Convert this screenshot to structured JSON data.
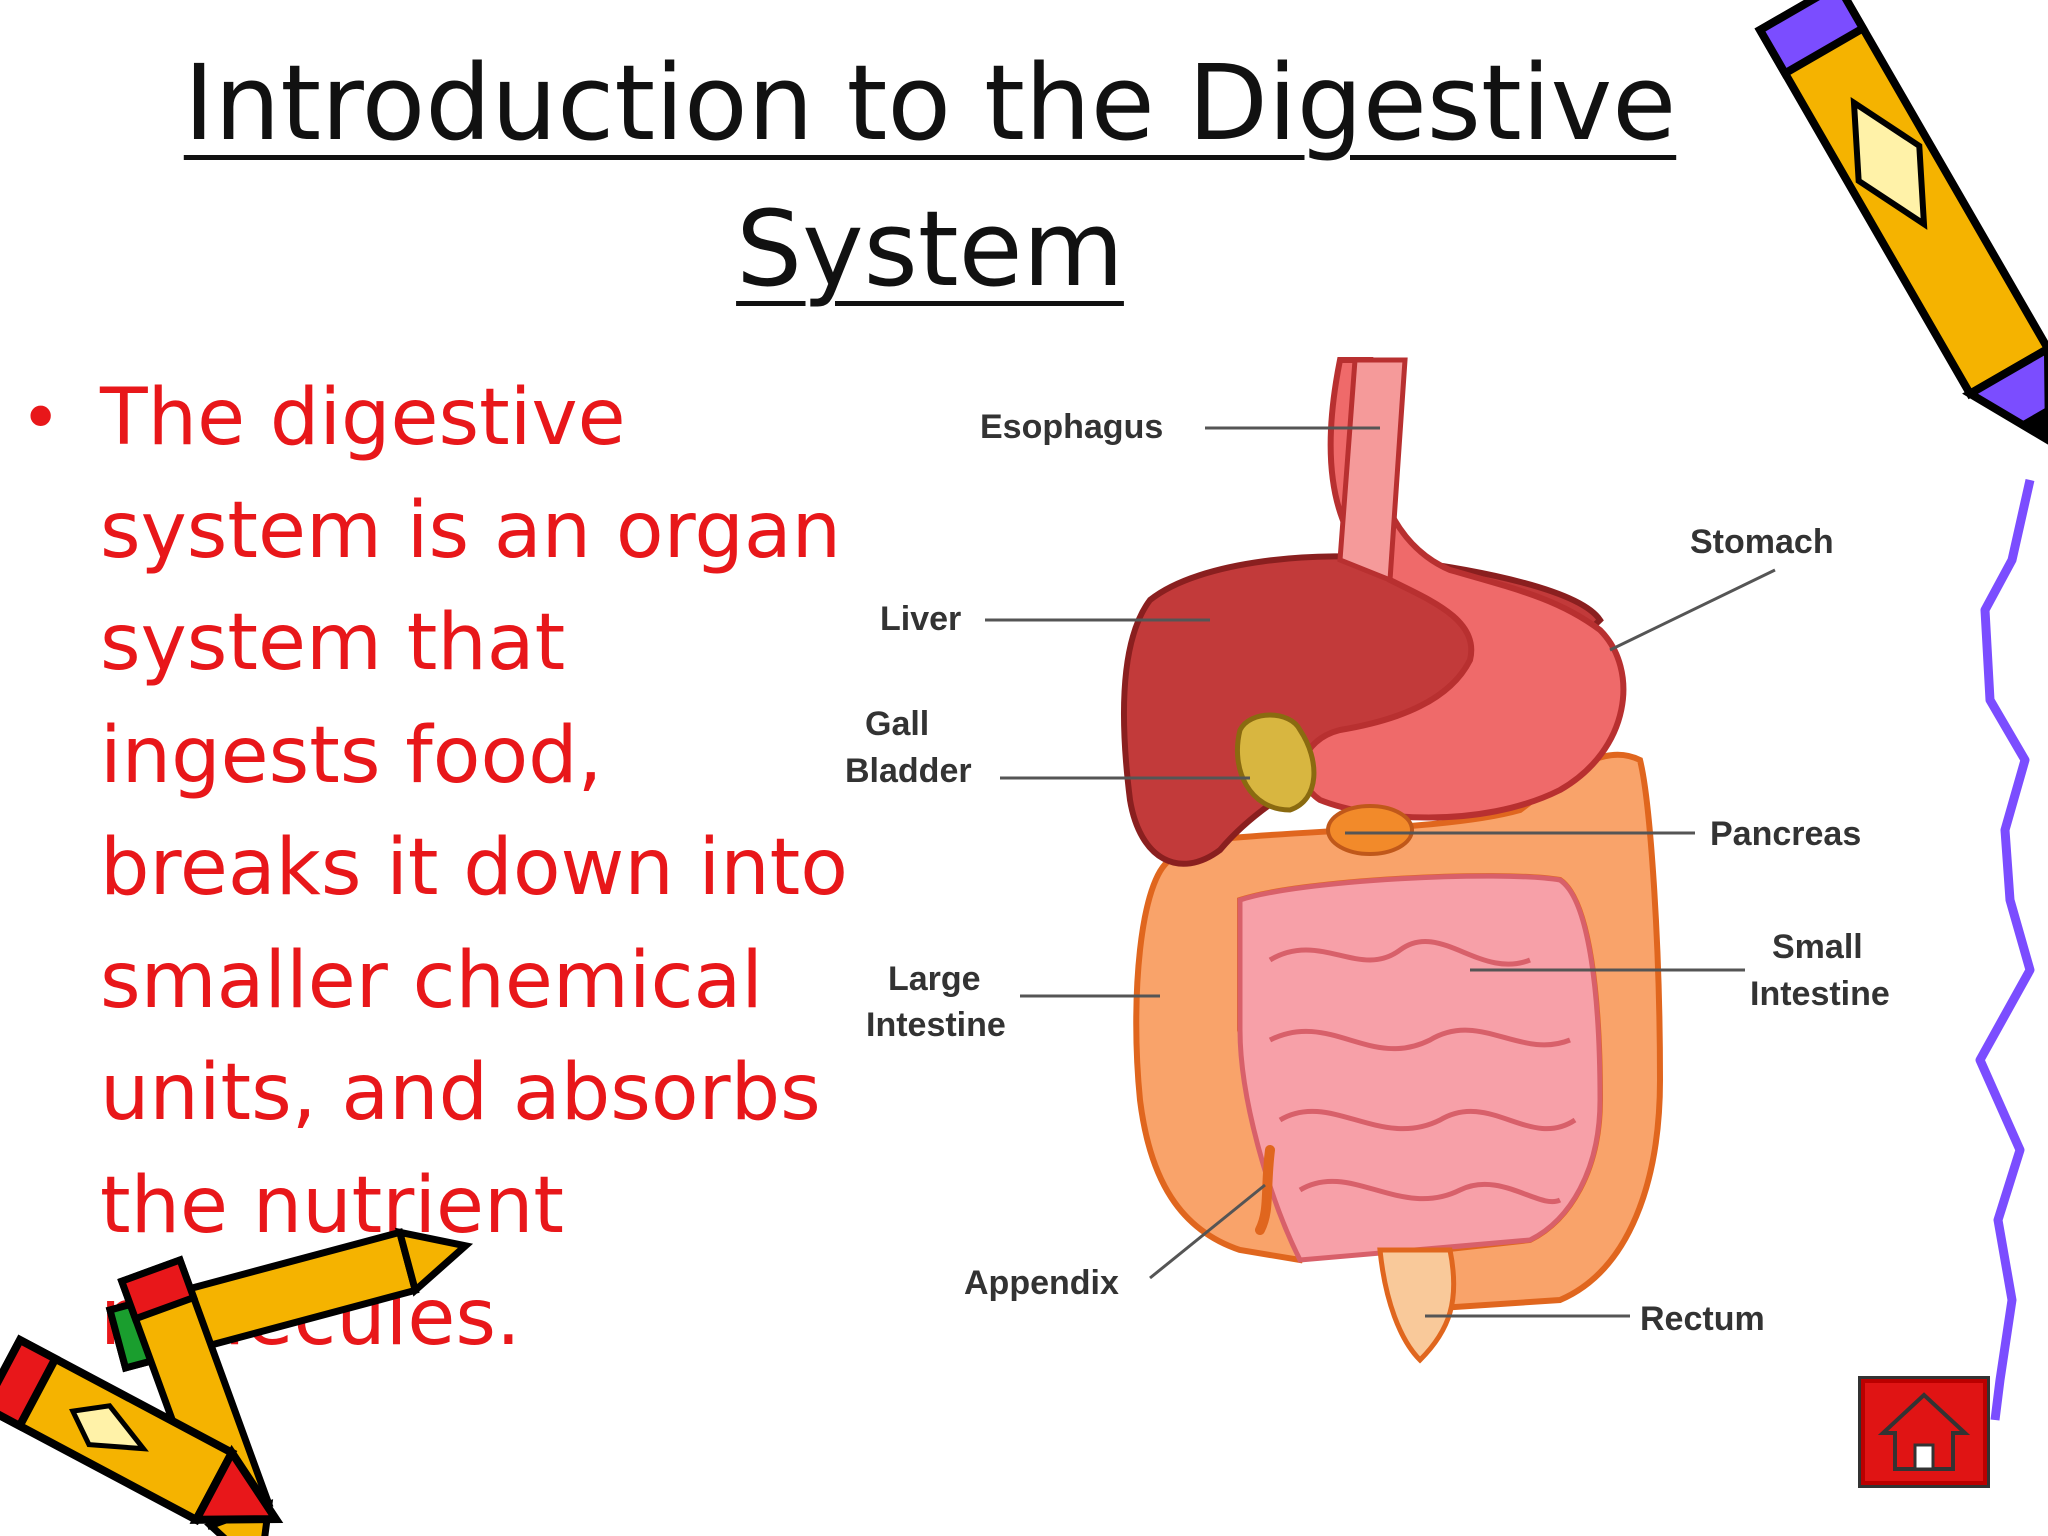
{
  "slide": {
    "title_line1": "Introduction to the Digestive",
    "title_line2": "System",
    "bullet": "The digestive system is an organ system that ingests food, breaks it down into smaller chemical units, and absorbs the nutrient molecules."
  },
  "diagram": {
    "labels": {
      "esophagus": "Esophagus",
      "stomach": "Stomach",
      "liver": "Liver",
      "gall_bladder_1": "Gall",
      "gall_bladder_2": "Bladder",
      "pancreas": "Pancreas",
      "large_intestine_1": "Large",
      "large_intestine_2": "Intestine",
      "small_intestine_1": "Small",
      "small_intestine_2": "Intestine",
      "appendix": "Appendix",
      "rectum": "Rectum"
    }
  },
  "icons": {
    "home": "home-icon",
    "pencil_top": "pencil-icon",
    "pencils_bottom": "pencils-icon"
  },
  "colors": {
    "title": "#111111",
    "bullet": "#e8171a",
    "home_button": "#e01414",
    "squiggle": "#7b4dff"
  }
}
